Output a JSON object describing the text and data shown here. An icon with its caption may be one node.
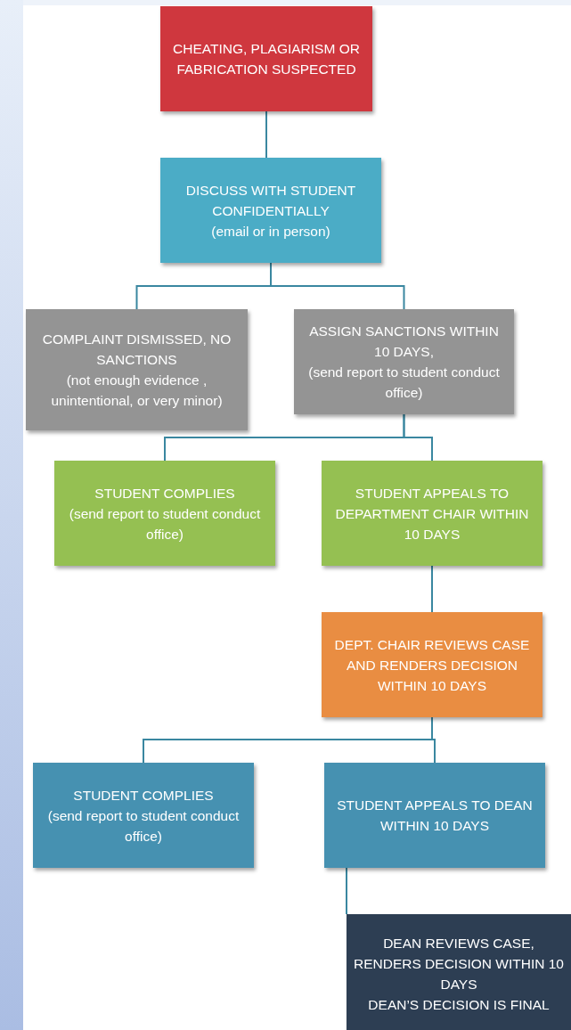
{
  "diagram": {
    "nodes": [
      {
        "text": [
          "CHEATING, PLAGIARISM OR FABRICATION SUSPECTED"
        ]
      },
      {
        "text": [
          "DISCUSS WITH STUDENT CONFIDENTIALLY",
          "(email or in person)"
        ]
      },
      {
        "text": [
          "COMPLAINT DISMISSED, NO SANCTIONS",
          "(not enough evidence , unintentional, or very minor)"
        ]
      },
      {
        "text": [
          "ASSIGN SANCTIONS WITHIN 10 DAYS,",
          "(send report to student conduct office)"
        ]
      },
      {
        "text": [
          "STUDENT COMPLIES",
          "(send report to student conduct office)"
        ]
      },
      {
        "text": [
          "STUDENT APPEALS TO DEPARTMENT CHAIR WITHIN 10 DAYS"
        ]
      },
      {
        "text": [
          "DEPT. CHAIR REVIEWS CASE AND RENDERS DECISION WITHIN 10 DAYS"
        ]
      },
      {
        "text": [
          "STUDENT COMPLIES",
          "(send report to student conduct office)"
        ]
      },
      {
        "text": [
          "STUDENT APPEALS TO DEAN WITHIN 10 DAYS"
        ]
      },
      {
        "text": [
          "DEAN REVIEWS CASE, RENDERS DECISION WITHIN 10 DAYS",
          "DEAN’S DECISION IS FINAL"
        ]
      }
    ],
    "edges": [
      {
        "from": 0,
        "to": 1,
        "arrow": "none"
      },
      {
        "from": 1,
        "to": 2,
        "arrow": "none"
      },
      {
        "from": 1,
        "to": 3,
        "arrow": "none"
      },
      {
        "from": 3,
        "to": 4,
        "arrow": "none"
      },
      {
        "from": 3,
        "to": 5,
        "arrow": "none"
      },
      {
        "from": 5,
        "to": 6,
        "arrow": "none"
      },
      {
        "from": 6,
        "to": 7,
        "arrow": "none"
      },
      {
        "from": 6,
        "to": 8,
        "arrow": "none"
      },
      {
        "from": 8,
        "to": 9,
        "arrow": "none"
      }
    ]
  }
}
